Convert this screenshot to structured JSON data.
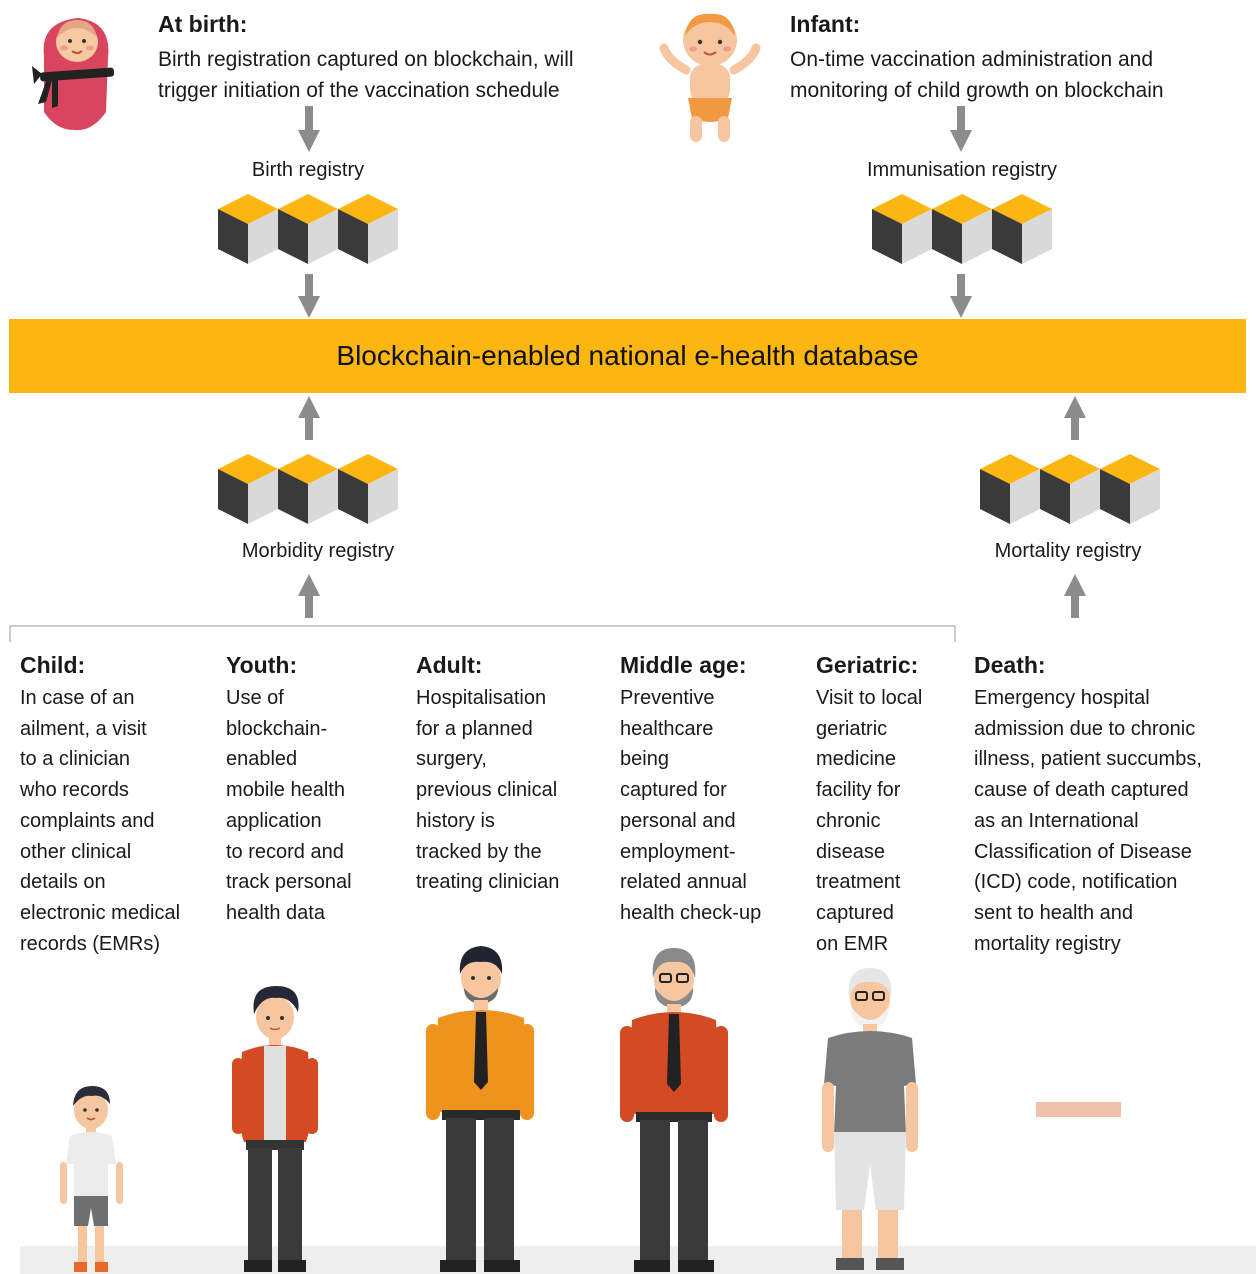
{
  "colors": {
    "banner": "#fbb612",
    "arrow": "#8c8c8c",
    "cube_top": "#fbb612",
    "cube_left": "#3a3a3a",
    "cube_right": "#d9d9d9",
    "floor": "#eeeeee"
  },
  "birth": {
    "title": "At birth:",
    "text_lines": [
      "Birth registration captured on blockchain, will",
      "trigger initiation of the vaccination schedule"
    ],
    "registry": "Birth registry"
  },
  "infant": {
    "title": "Infant:",
    "text_lines": [
      "On-time vaccination administration and",
      "monitoring of child growth on blockchain"
    ],
    "registry": "Immunisation registry"
  },
  "banner": {
    "label": "Blockchain-enabled national e-health database"
  },
  "registries": {
    "morbidity": "Morbidity registry",
    "mortality": "Mortality registry"
  },
  "stages": [
    {
      "title": "Child:",
      "lines": [
        "In case of an",
        "ailment, a visit",
        "to a clinician",
        "who records",
        "complaints and",
        "other clinical",
        "details on",
        "electronic medical",
        "records (EMRs)"
      ]
    },
    {
      "title": "Youth:",
      "lines": [
        "Use of",
        "blockchain-",
        "enabled",
        "mobile health",
        "application",
        "to record and",
        "track personal",
        "health data"
      ]
    },
    {
      "title": "Adult:",
      "lines": [
        "Hospitalisation",
        "for a planned",
        "surgery,",
        "previous clinical",
        "history is",
        "tracked by the",
        "treating clinician"
      ]
    },
    {
      "title": "Middle age:",
      "lines": [
        "Preventive",
        "healthcare",
        "being",
        "captured for",
        "personal and",
        "employment-",
        "related annual",
        "health check-up"
      ]
    },
    {
      "title": "Geriatric:",
      "lines": [
        "Visit to local",
        "geriatric",
        "medicine",
        "facility for",
        "chronic",
        "disease",
        "treatment",
        "captured",
        "on EMR"
      ]
    },
    {
      "title": "Death:",
      "lines": [
        "Emergency hospital",
        "admission due to chronic",
        "illness, patient succumbs,",
        "cause of death captured",
        "as an International",
        "Classification of Disease",
        "(ICD) code, notification",
        "sent to health and",
        "mortality registry"
      ]
    }
  ],
  "icons": {
    "newborn": "swaddled-baby-icon",
    "infant": "infant-in-diaper-icon",
    "child": "child-figure-icon",
    "youth": "youth-figure-icon",
    "adult": "adult-man-figure-icon",
    "middle_age": "middle-aged-man-figure-icon",
    "geriatric": "elderly-man-figure-icon",
    "death": "death-marker-icon",
    "blocks": "blockchain-blocks-icon",
    "arrow": "arrow-icon"
  }
}
